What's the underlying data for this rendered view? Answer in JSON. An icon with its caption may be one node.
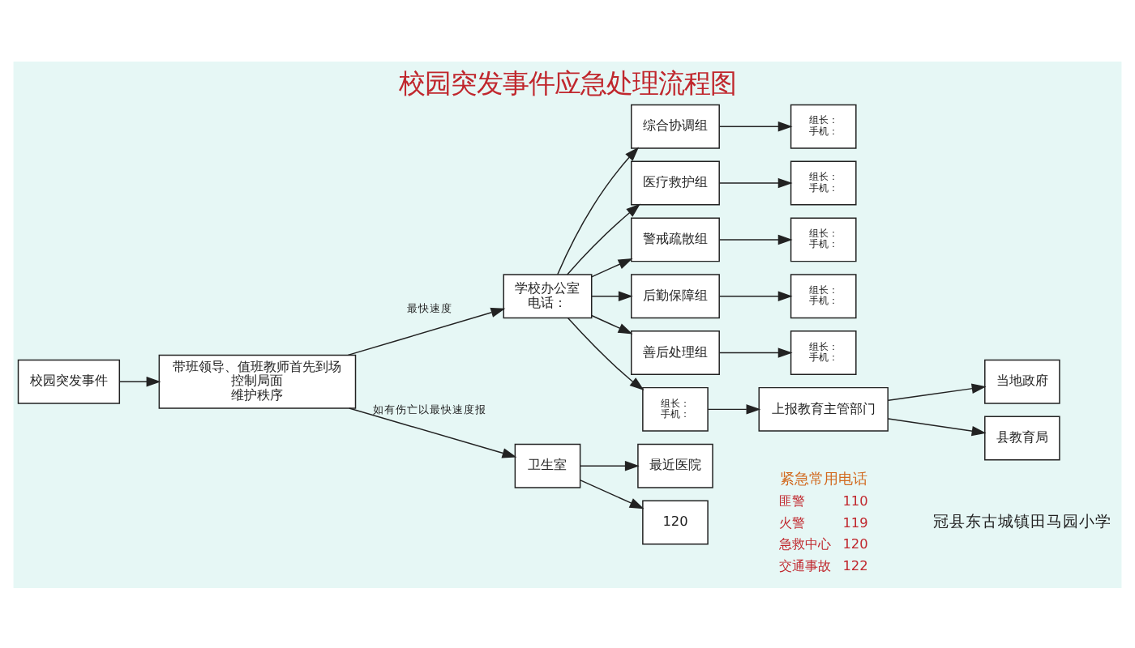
{
  "diagram": {
    "title": "校园突发事件应急处理流程图",
    "nodes": [
      {
        "text": [
          "校园突发事件"
        ]
      },
      {
        "text": [
          "带班领导、值班教师首先到场",
          "控制局面",
          "维护秩序"
        ]
      },
      {
        "text": [
          "学校办公室",
          "电话："
        ]
      },
      {
        "text": [
          "综合协调组"
        ]
      },
      {
        "text": [
          "医疗救护组"
        ]
      },
      {
        "text": [
          "警戒疏散组"
        ]
      },
      {
        "text": [
          "后勤保障组"
        ]
      },
      {
        "text": [
          "善后处理组"
        ]
      },
      {
        "text": [
          "组长：",
          "手机："
        ]
      },
      {
        "text": [
          "组长：",
          "手机："
        ]
      },
      {
        "text": [
          "组长：",
          "手机："
        ]
      },
      {
        "text": [
          "组长：",
          "手机："
        ]
      },
      {
        "text": [
          "组长：",
          "手机："
        ]
      },
      {
        "text": [
          "组长：",
          "手机："
        ]
      },
      {
        "text": [
          "上报教育主管部门"
        ]
      },
      {
        "text": [
          "当地政府"
        ]
      },
      {
        "text": [
          "县教育局"
        ]
      },
      {
        "text": [
          "卫生室"
        ]
      },
      {
        "text": [
          "最近医院"
        ]
      },
      {
        "text": [
          "120"
        ]
      }
    ],
    "edges": [
      {
        "from": 0,
        "to": 1,
        "arrow": "to"
      },
      {
        "from": 1,
        "to": 2,
        "arrow": "to",
        "label": "最快速度"
      },
      {
        "from": 1,
        "to": 17,
        "arrow": "to",
        "label": "如有伤亡以最快速度报"
      },
      {
        "from": 2,
        "to": 3,
        "arrow": "to"
      },
      {
        "from": 2,
        "to": 4,
        "arrow": "to"
      },
      {
        "from": 2,
        "to": 10,
        "arrow": "to"
      },
      {
        "from": 2,
        "to": 5,
        "arrow": "to"
      },
      {
        "from": 2,
        "to": 6,
        "arrow": "to"
      },
      {
        "from": 2,
        "to": 7,
        "arrow": "to"
      },
      {
        "from": 3,
        "to": 8,
        "arrow": "to"
      },
      {
        "from": 4,
        "to": 9,
        "arrow": "to"
      },
      {
        "from": 5,
        "to": 11,
        "arrow": "to"
      },
      {
        "from": 6,
        "to": 12,
        "arrow": "to"
      },
      {
        "from": 7,
        "to": 13,
        "arrow": "to"
      },
      {
        "from": 10,
        "to": 14,
        "arrow": "to"
      },
      {
        "from": 14,
        "to": 15,
        "arrow": "to"
      },
      {
        "from": 14,
        "to": 16,
        "arrow": "to"
      },
      {
        "from": 17,
        "to": 18,
        "arrow": "to"
      },
      {
        "from": 17,
        "to": 19,
        "arrow": "to"
      }
    ],
    "labels": [
      "紧急常用电话",
      "匪警",
      "110",
      "火警",
      "119",
      "急救中心",
      "120",
      "交通事故",
      "122",
      "冠县东古城镇田马园小学"
    ]
  }
}
